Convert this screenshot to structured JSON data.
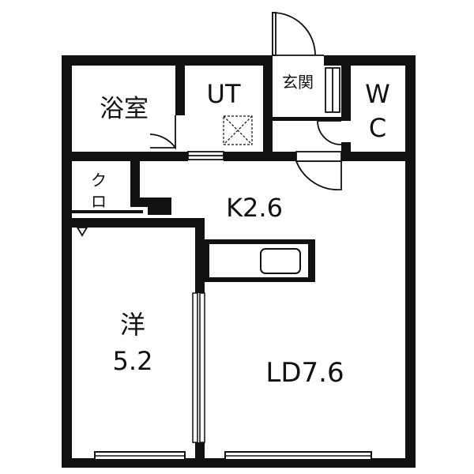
{
  "floorplan": {
    "rooms": {
      "bath": "浴室",
      "utility": "UT",
      "entrance": "玄関",
      "wc_top": "W",
      "wc_bottom": "C",
      "closet_top": "ク",
      "closet_bottom": "ロ",
      "kitchen": "K2.6",
      "western_top": "洋",
      "western_bottom": "5.2",
      "living_dining": "LD7.6"
    },
    "colors": {
      "wall": "#111111",
      "background": "#ffffff",
      "fixture_line": "#111111"
    }
  }
}
